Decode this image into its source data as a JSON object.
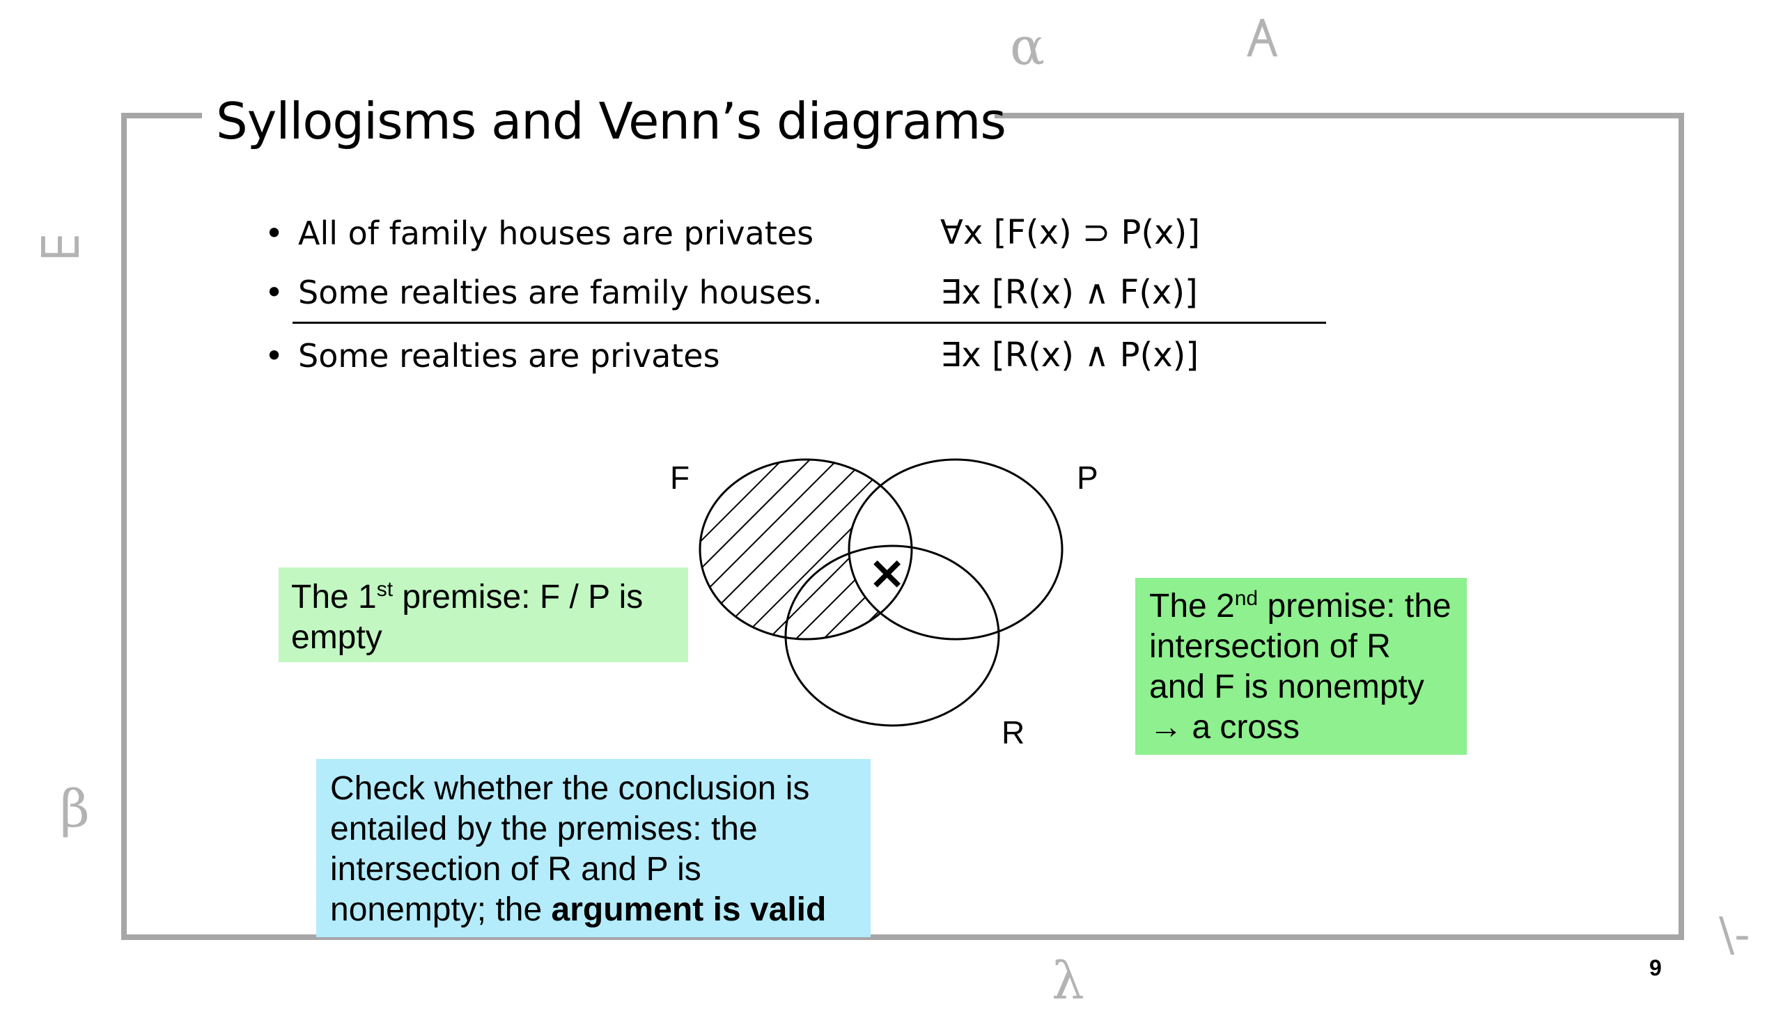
{
  "slide": {
    "title": "Syllogisms and Venn’s diagrams",
    "page_number": "9"
  },
  "decor": {
    "alpha": "α",
    "forall": "∀",
    "exists": "∃",
    "beta": "β",
    "lambda": "λ",
    "corner": "\\-"
  },
  "premises": [
    {
      "bullet": "•",
      "text": "All of family houses are privates",
      "formula": "∀x [F(x) ⊃ P(x)]"
    },
    {
      "bullet": "•",
      "text": "Some realties are family houses.",
      "formula": "∃x [R(x) ∧ F(x)]"
    },
    {
      "bullet": "•",
      "text": "Some realties are privates",
      "formula": "∃x [R(x) ∧ P(x)]"
    }
  ],
  "venn": {
    "label_f": "F",
    "label_p": "P",
    "label_r": "R",
    "cross": "×"
  },
  "notes": {
    "first_a": "The 1",
    "first_sup": "st",
    "first_b": " premise: F / P is empty",
    "second_a": "The 2",
    "second_sup": "nd",
    "second_b": " premise: the intersection of R and F is nonempty",
    "second_c": "→ a cross",
    "check_a": "Check whether the conclusion is entailed by the premises: the intersection of R and P is nonempty; the ",
    "check_b": "argument is valid"
  }
}
